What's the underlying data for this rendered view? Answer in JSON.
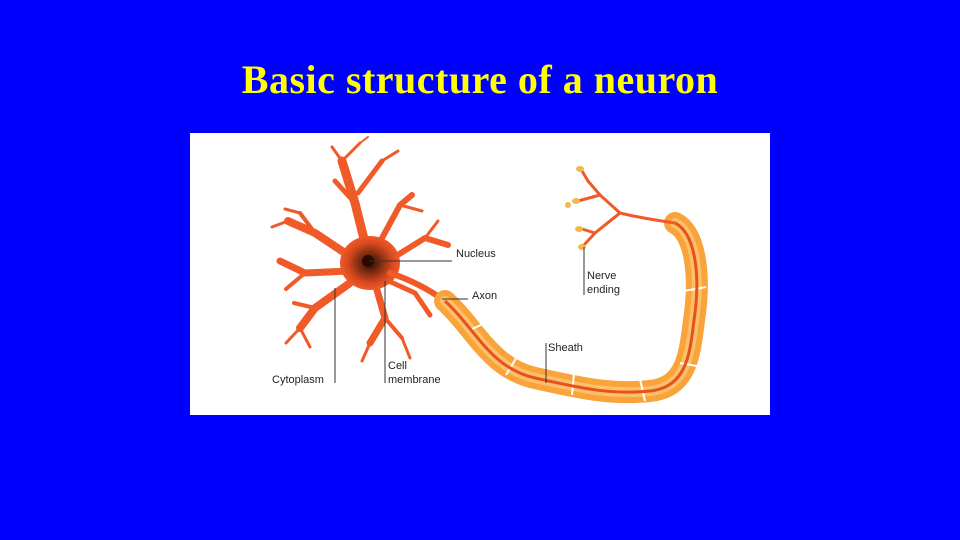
{
  "slide": {
    "title": "Basic structure of a neuron",
    "background_color": "#0000FF",
    "title_color": "#FFFF00"
  },
  "diagram": {
    "labels": {
      "nucleus": "Nucleus",
      "axon": "Axon",
      "nerve_line1": "Nerve",
      "nerve_line2": "ending",
      "sheath": "Sheath",
      "cytoplasm": "Cytoplasm",
      "cell_line1": "Cell",
      "cell_line2": "membrane"
    },
    "colors": {
      "cell_body": "#F05A28",
      "nucleus": "#3A1A0A",
      "sheath": "#F9A33A",
      "sheath_light": "#FCD38A",
      "axon_core": "#E8501E",
      "terminal": "#F2B84A"
    }
  }
}
